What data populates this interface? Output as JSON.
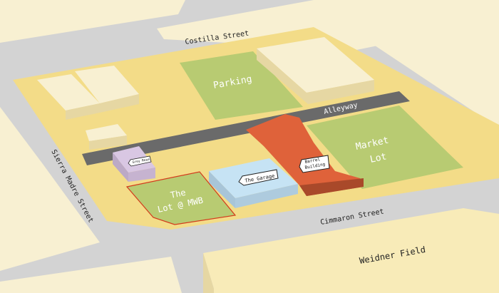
{
  "streets": {
    "north": "Costilla Street",
    "west": "Sierra Madre Street",
    "south": "Cimmaron Street",
    "alley": "Alleyway"
  },
  "areas": {
    "parking": "Parking",
    "market_lot_line1": "Market",
    "market_lot_line2": "Lot",
    "lot_mwb_line1": "The",
    "lot_mwb_line2": "Lot @ MWB",
    "weidner_field": "Weidner Field"
  },
  "buildings": {
    "grey_rose": "Grey Rose",
    "garage": "The Garage",
    "barrel_line1": "Barrel",
    "barrel_line2": "Building"
  },
  "colors": {
    "road": "#d3d3d3",
    "block": "#f3dc88",
    "green": "#b8cb72",
    "barrel": "#df623a",
    "garage": "#c6e3f4",
    "grey_rose": "#d9c7e3",
    "alley": "#6a6a6a",
    "cream": "#f8f0d2"
  }
}
